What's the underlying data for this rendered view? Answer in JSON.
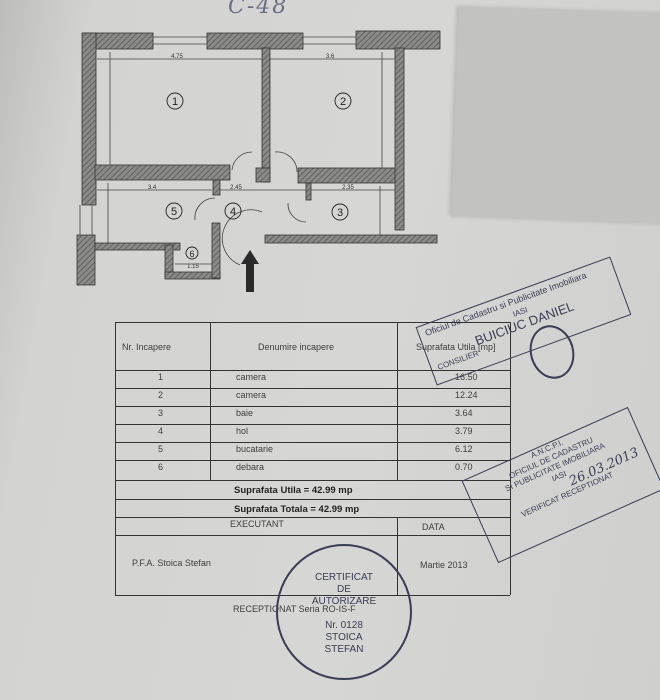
{
  "document": {
    "handwritten_label": "C-48",
    "plan": {
      "rooms": [
        "1",
        "2",
        "3",
        "4",
        "5",
        "6"
      ],
      "dimensions": [
        "4.75",
        "3.6",
        "3.4",
        "2.45",
        "2.35",
        "1.15"
      ],
      "entrance": "arrow-up-icon"
    },
    "table": {
      "headers": [
        "Nr. Incapere",
        "Denumire incapere",
        "Suprafata Utila [mp]"
      ],
      "rows": [
        {
          "nr": "1",
          "name": "camera",
          "area": "16.50"
        },
        {
          "nr": "2",
          "name": "camera",
          "area": "12.24"
        },
        {
          "nr": "3",
          "name": "baie",
          "area": "3.64"
        },
        {
          "nr": "4",
          "name": "hol",
          "area": "3.79"
        },
        {
          "nr": "5",
          "name": "bucatarie",
          "area": "6.12"
        },
        {
          "nr": "6",
          "name": "debara",
          "area": "0.70"
        }
      ],
      "useful_area": "Suprafata Utila = 42.99 mp",
      "total_area": "Suprafata Totala = 42.99 mp",
      "executant_label": "EXECUTANT",
      "date_label": "DATA",
      "executant": "P.F.A. Stoica Stefan",
      "date": "Martie 2013",
      "receptionat": "RECEPTIONAT Seria RO-IS-F"
    },
    "stamps": {
      "ocpi_line1": "Oficiul de Cadastru si Publicitate Imobiliara",
      "ocpi_line2": "IASI",
      "ocpi_name": "BUICIUC DANIEL",
      "ocpi_role": "CONSILIER",
      "ancpi_line1": "A.N.C.P.I.",
      "ancpi_line2": "OFICIUL DE CADASTRU",
      "ancpi_line3": "SI PUBLICITATE IMOBILIARA",
      "ancpi_line4": "IASI",
      "ancpi_date": "26.03.2013",
      "ancpi_status": "VERIFICAT RECEPTIONAT",
      "cert_line1": "CERTIFICAT",
      "cert_line2": "DE",
      "cert_line3": "AUTORIZARE",
      "cert_number": "Nr. 0128",
      "cert_name1": "STOICA",
      "cert_name2": "STEFAN"
    }
  }
}
